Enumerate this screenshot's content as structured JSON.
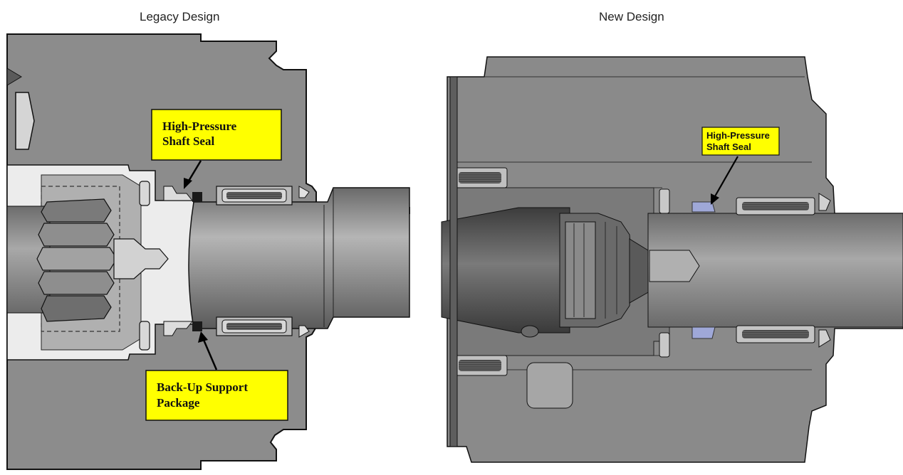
{
  "headings": {
    "legacy": "Legacy Design",
    "new": "New Design"
  },
  "legacy": {
    "callout_top": {
      "line1": "High-Pressure",
      "line2": "Shaft Seal"
    },
    "callout_bottom": {
      "line1": "Back-Up Support",
      "line2": "Package"
    }
  },
  "new": {
    "callout": {
      "line1": "High-Pressure",
      "line2": "Shaft Seal"
    }
  },
  "colors": {
    "housing": "#8a8a8a",
    "housing_dark": "#6e6e6e",
    "shaft_light": "#b8b8b8",
    "shaft_dark": "#5a5a5a",
    "callout_fill": "#ffff00",
    "seal_blue": "#9fa8d8"
  }
}
